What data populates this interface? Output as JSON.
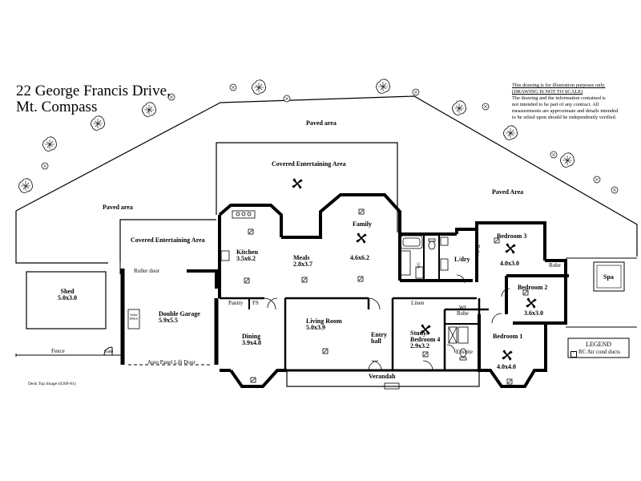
{
  "title": {
    "line1": "22 George Francis Drive,",
    "line2": "Mt. Compass"
  },
  "disclaimer": {
    "line1": "This drawing is for illustration purposes only.",
    "line2": "(DRAWING IS NOT TO SCALE)",
    "line3": "The drawing and the information contained is",
    "line4": "not intended to be part of any contract.  All",
    "line5": "measurements are approximate and details intended",
    "line6": "to be relied upon should be independently verified."
  },
  "areas": {
    "paved_top": "Paved area",
    "paved_left": "Paved area",
    "paved_right": "Paved Area",
    "covered_top": "Covered Entertaining Area",
    "covered_left": "Covered Entertaining Area",
    "verandah": "Verandah",
    "fence": "Fence",
    "gate": "Gate",
    "roller_door": "Roller door",
    "auto_door": "Auto Panel Lift Door",
    "solar": "Solar HWS"
  },
  "rooms": {
    "shed": {
      "name": "Shed",
      "size": "5.0x3.0"
    },
    "garage": {
      "name": "Double Garage",
      "size": "5.9x5.5"
    },
    "kitchen": {
      "name": "Kitchen",
      "size": "3.5x6.2"
    },
    "meals": {
      "name": "Meals",
      "size": "2.8x3.7"
    },
    "family": {
      "name": "Family",
      "size": "4.6x6.2"
    },
    "dining": {
      "name": "Dining",
      "size": "3.9x4.8"
    },
    "living": {
      "name": "Living Room",
      "size": "5.0x3.9"
    },
    "entry": {
      "name": "Entry",
      "sub": "hall"
    },
    "study": {
      "name": "Study/",
      "sub": "Bedroom 4",
      "size": "2.9x3.2"
    },
    "bed1": {
      "name": "Bedroom 1",
      "size": "4.0x4.0"
    },
    "bed2": {
      "name": "Bedroom 2",
      "size": "3.6x3.0"
    },
    "bed3": {
      "name": "Bedroom 3",
      "size": "4.0x3.0"
    },
    "ldry": {
      "name": "L/dry"
    },
    "pantry": {
      "name": "Pantry"
    },
    "fs": {
      "name": "FS"
    },
    "linen": {
      "name": "Linen"
    },
    "wi_robe": {
      "name": "WI",
      "sub": "Robe"
    },
    "ensuite": {
      "name": "Ensuite"
    },
    "robe_a": {
      "name": "Robe"
    },
    "robe_b": {
      "name": "Robe"
    },
    "spa": {
      "name": "Spa"
    },
    "wc": {
      "name": "WC"
    }
  },
  "legend": {
    "title": "LEGEND",
    "item": "RC Air cond ducts"
  },
  "footer": "Desk Top Image   (0209-81)",
  "icons": [
    "ceiling-fan-icon",
    "air-duct-icon",
    "tree-icon",
    "toilet-icon",
    "bath-icon",
    "sink-icon",
    "stove-icon"
  ]
}
